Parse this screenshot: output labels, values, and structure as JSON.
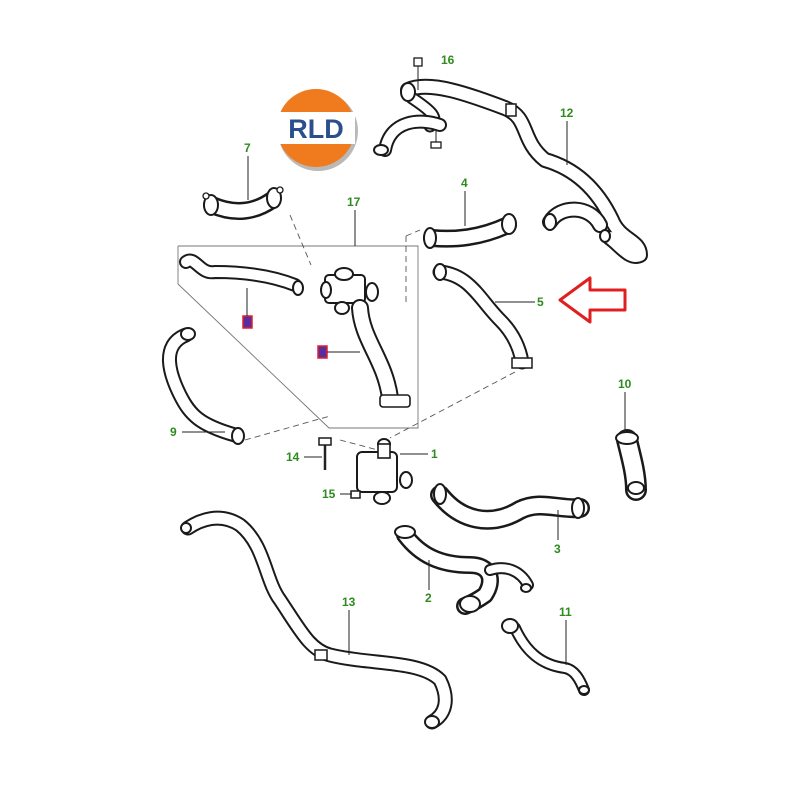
{
  "logo": {
    "text": "RLD",
    "colors": {
      "orange": "#f07a1e",
      "ring_white": "#ffffff",
      "blue": "#2b4f8c",
      "shadow": "#b9b9b9"
    }
  },
  "callouts": [
    {
      "id": "c1",
      "label": "1"
    },
    {
      "id": "c2",
      "label": "2"
    },
    {
      "id": "c3",
      "label": "3"
    },
    {
      "id": "c4",
      "label": "4"
    },
    {
      "id": "c5",
      "label": "5"
    },
    {
      "id": "c7",
      "label": "7"
    },
    {
      "id": "c9",
      "label": "9"
    },
    {
      "id": "c10",
      "label": "10"
    },
    {
      "id": "c11",
      "label": "11"
    },
    {
      "id": "c12",
      "label": "12"
    },
    {
      "id": "c13",
      "label": "13"
    },
    {
      "id": "c14",
      "label": "14"
    },
    {
      "id": "c15",
      "label": "15"
    },
    {
      "id": "c16",
      "label": "16"
    },
    {
      "id": "c17",
      "label": "17"
    }
  ],
  "colors": {
    "callout_text": "#2f8a1f",
    "line_art": "#1a1a1a",
    "highlight_arrow": "#e02020",
    "marker_fill": "#5a2ca0",
    "marker_border": "#e0202a"
  }
}
